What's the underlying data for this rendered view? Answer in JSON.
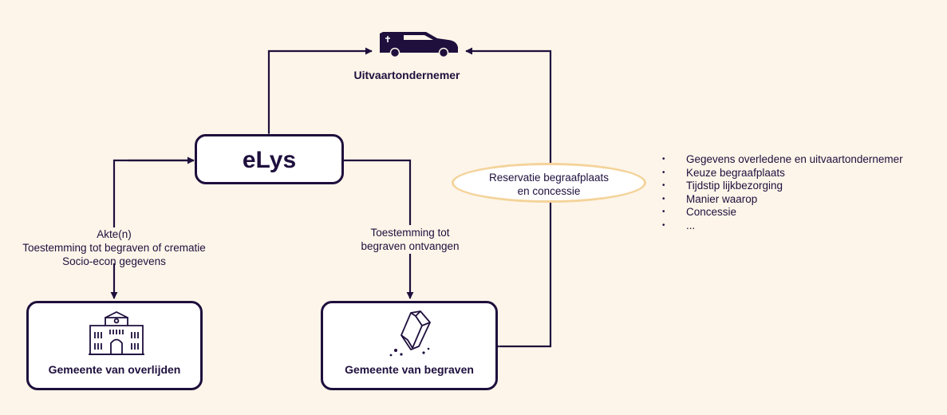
{
  "nodes": {
    "funeral_director": {
      "label": "Uitvaartondernemer",
      "icon": "hearse-icon"
    },
    "elys": {
      "label": "eLys"
    },
    "municipality_death": {
      "label": "Gemeente van overlijden",
      "icon": "town-hall-icon"
    },
    "municipality_burial": {
      "label": "Gemeente van begraven",
      "icon": "coffin-icon"
    }
  },
  "edges": {
    "to_municipality_death": {
      "lines": [
        "Akte(n)",
        "Toestemming tot begraven of crematie",
        "Socio-econ gegevens"
      ]
    },
    "to_municipality_burial": {
      "lines": [
        "Toestemming tot",
        "begraven ontvangen"
      ]
    },
    "reservation": {
      "lines": [
        "Reservatie begraafplaats",
        "en concessie"
      ]
    }
  },
  "details": [
    "Gegevens overledene en uitvaartondernemer",
    "Keuze begraafplaats",
    "Tijdstip lijkbezorging",
    "Manier waarop",
    "Concessie",
    "..."
  ],
  "colors": {
    "background": "#fdf5e9",
    "primary": "#1e0f3d",
    "ellipse_border": "#f4d39a",
    "box_fill": "#ffffff"
  }
}
